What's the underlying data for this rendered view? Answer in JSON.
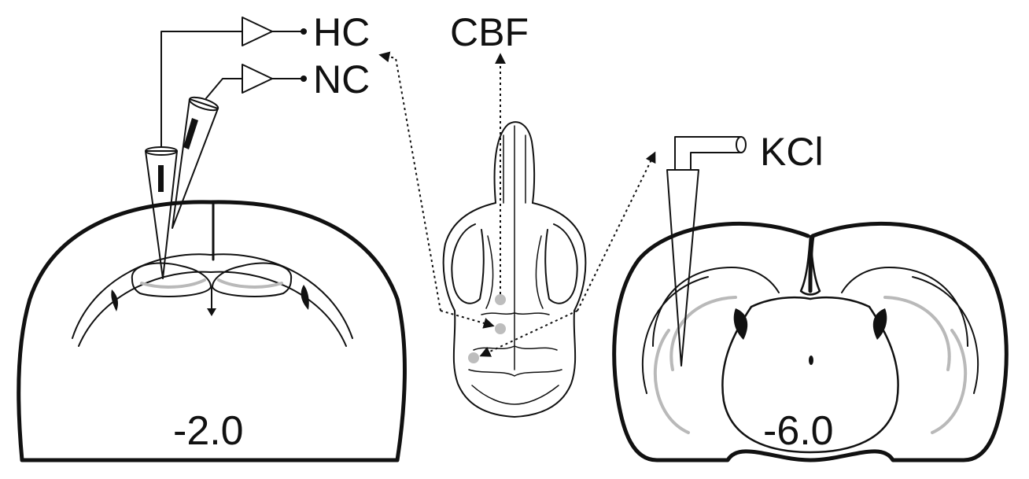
{
  "labels": {
    "hc": "HC",
    "nc": "NC",
    "cbf": "CBF",
    "kcl": "KCl",
    "left_section": "-2.0",
    "right_section": "-6.0"
  }
}
